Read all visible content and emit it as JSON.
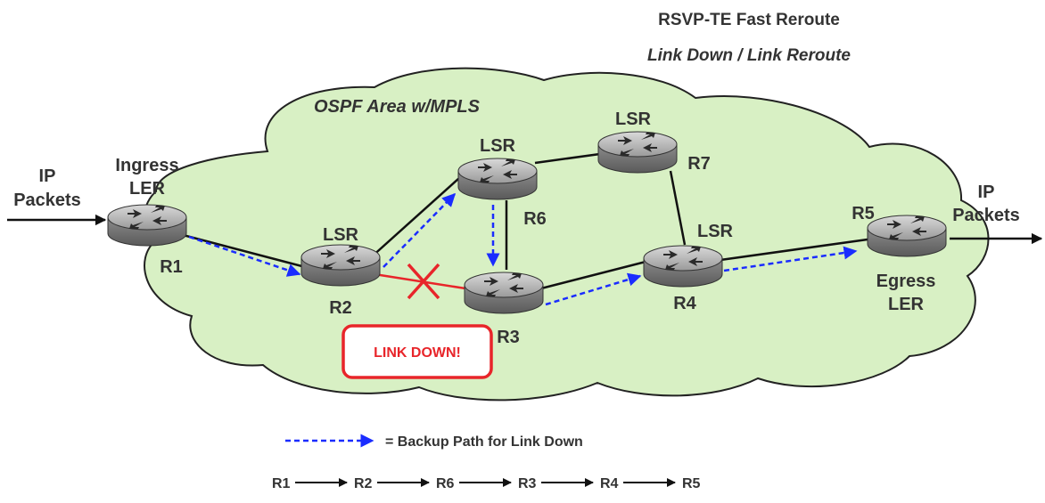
{
  "title": {
    "line1": "RSVP-TE Fast Reroute",
    "line2": "Link Down / Link Reroute"
  },
  "area_label": "OSPF Area w/MPLS",
  "ingress_label": {
    "line1": "Ingress",
    "line2": "LER"
  },
  "egress_label": {
    "line1": "Egress",
    "line2": "LER"
  },
  "ip_in": {
    "line1": "IP",
    "line2": "Packets"
  },
  "ip_out": {
    "line1": "IP",
    "line2": "Packets"
  },
  "routers": {
    "r1": {
      "name": "R1"
    },
    "r2": {
      "name": "R2",
      "role": "LSR"
    },
    "r3": {
      "name": "R3"
    },
    "r4": {
      "name": "R4",
      "role": "LSR"
    },
    "r5": {
      "name": "R5"
    },
    "r6": {
      "name": "R6",
      "role": "LSR"
    },
    "r7": {
      "name": "R7",
      "role": "LSR"
    }
  },
  "link_down_label": "LINK DOWN!",
  "legend": {
    "backup_path_label": "= Backup Path for Link Down",
    "path_sequence": [
      "R1",
      "R2",
      "R6",
      "R3",
      "R4",
      "R5"
    ]
  },
  "colors": {
    "cloud_fill": "#d8f0c4",
    "cloud_stroke": "#222222",
    "backup_path": "#1a2cff",
    "link_down": "#e8252a",
    "link": "#111111",
    "text": "#333333"
  }
}
